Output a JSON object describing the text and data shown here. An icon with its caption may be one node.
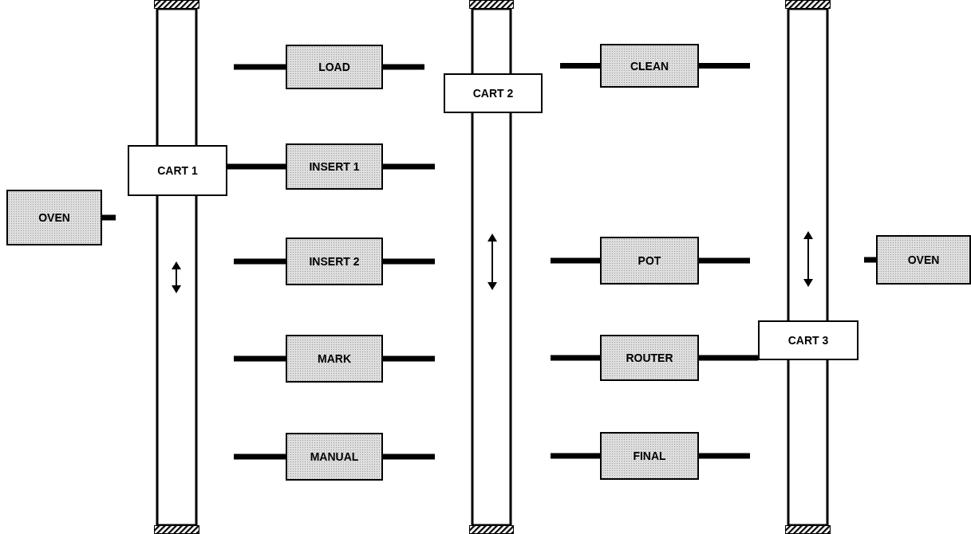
{
  "diagram": {
    "nodes": [
      {
        "text": [],
        "shape": "bar"
      },
      {
        "text": [],
        "shape": "bar"
      },
      {
        "text": [],
        "shape": "bar"
      },
      {
        "text": [
          "CART 1"
        ]
      },
      {
        "text": [
          "CART 2"
        ]
      },
      {
        "text": [
          "CART 3"
        ]
      },
      {
        "text": [
          "OVEN"
        ]
      },
      {
        "text": [
          "LOAD"
        ]
      },
      {
        "text": [
          "INSERT 1"
        ]
      },
      {
        "text": [
          "INSERT 2"
        ]
      },
      {
        "text": [
          "MARK"
        ]
      },
      {
        "text": [
          "MANUAL"
        ]
      },
      {
        "text": [
          "CLEAN"
        ]
      },
      {
        "text": [
          "POT"
        ]
      },
      {
        "text": [
          "ROUTER"
        ]
      },
      {
        "text": [
          "FINAL"
        ]
      },
      {
        "text": [
          "OVEN"
        ]
      }
    ],
    "edges": [
      {
        "from": 6,
        "to": null,
        "arrow": "none"
      },
      {
        "from": 7,
        "to": null,
        "arrow": "none"
      },
      {
        "from": 7,
        "to": null,
        "arrow": "none"
      },
      {
        "from": 8,
        "to": 3,
        "arrow": "none"
      },
      {
        "from": 8,
        "to": null,
        "arrow": "none"
      },
      {
        "from": 9,
        "to": null,
        "arrow": "none"
      },
      {
        "from": 9,
        "to": null,
        "arrow": "none"
      },
      {
        "from": 10,
        "to": null,
        "arrow": "none"
      },
      {
        "from": 10,
        "to": null,
        "arrow": "none"
      },
      {
        "from": 11,
        "to": null,
        "arrow": "none"
      },
      {
        "from": 11,
        "to": null,
        "arrow": "none"
      },
      {
        "from": 12,
        "to": null,
        "arrow": "none"
      },
      {
        "from": 12,
        "to": null,
        "arrow": "none"
      },
      {
        "from": 13,
        "to": null,
        "arrow": "none"
      },
      {
        "from": 13,
        "to": null,
        "arrow": "none"
      },
      {
        "from": 14,
        "to": null,
        "arrow": "none"
      },
      {
        "from": 14,
        "to": 5,
        "arrow": "none"
      },
      {
        "from": 15,
        "to": null,
        "arrow": "none"
      },
      {
        "from": 15,
        "to": null,
        "arrow": "none"
      },
      {
        "from": 16,
        "to": null,
        "arrow": "none"
      }
    ]
  }
}
